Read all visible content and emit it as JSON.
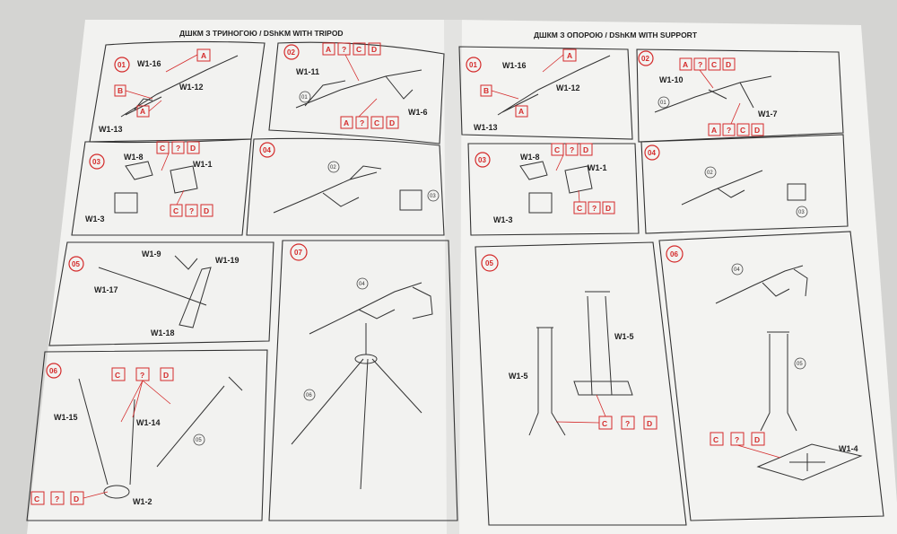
{
  "pages": {
    "left": {
      "header": "ДШКМ З ТРИНОГОЮ / DShKM WITH TRIPOD",
      "steps": {
        "s01": {
          "num": "01",
          "parts": [
            "W1-16",
            "W1-12",
            "W1-13"
          ],
          "callouts": [
            "A",
            "B",
            "A"
          ]
        },
        "s02": {
          "num": "02",
          "parts": [
            "W1-11",
            "W1-6"
          ],
          "callouts": [
            "A",
            "?",
            "C",
            "D"
          ],
          "subref": "01"
        },
        "s03": {
          "num": "03",
          "parts": [
            "W1-8",
            "W1-1",
            "W1-3"
          ],
          "callouts": [
            "C",
            "?",
            "D"
          ]
        },
        "s04": {
          "num": "04",
          "subrefs": [
            "02",
            "03"
          ]
        },
        "s05": {
          "num": "05",
          "parts": [
            "W1-9",
            "W1-19",
            "W1-17",
            "W1-18"
          ]
        },
        "s06": {
          "num": "06",
          "parts": [
            "W1-15",
            "W1-14",
            "W1-2"
          ],
          "callouts": [
            "C",
            "?",
            "D"
          ],
          "subref": "05"
        },
        "s07": {
          "num": "07",
          "subrefs": [
            "04",
            "06"
          ]
        }
      }
    },
    "right": {
      "header": "ДШКМ З ОПОРОЮ / DShKM WITH SUPPORT",
      "steps": {
        "s01": {
          "num": "01",
          "parts": [
            "W1-16",
            "W1-12",
            "W1-13"
          ],
          "callouts": [
            "A",
            "B",
            "A"
          ]
        },
        "s02": {
          "num": "02",
          "parts": [
            "W1-10",
            "W1-7"
          ],
          "callouts": [
            "A",
            "?",
            "C",
            "D"
          ],
          "subref": "01"
        },
        "s03": {
          "num": "03",
          "parts": [
            "W1-8",
            "W1-1",
            "W1-3"
          ],
          "callouts": [
            "C",
            "?",
            "D"
          ]
        },
        "s04": {
          "num": "04",
          "subrefs": [
            "02",
            "03"
          ]
        },
        "s05": {
          "num": "05",
          "parts": [
            "W1-5",
            "W1-5"
          ],
          "callouts": [
            "C",
            "?",
            "D"
          ]
        },
        "s06": {
          "num": "06",
          "parts": [
            "W1-4"
          ],
          "callouts": [
            "C",
            "?",
            "D"
          ],
          "subrefs": [
            "04",
            "05"
          ]
        }
      }
    }
  },
  "colors": {
    "accent": "#d42a2a",
    "paper": "#f4f4f2",
    "line": "#333333",
    "background": "#d8d8d6"
  }
}
